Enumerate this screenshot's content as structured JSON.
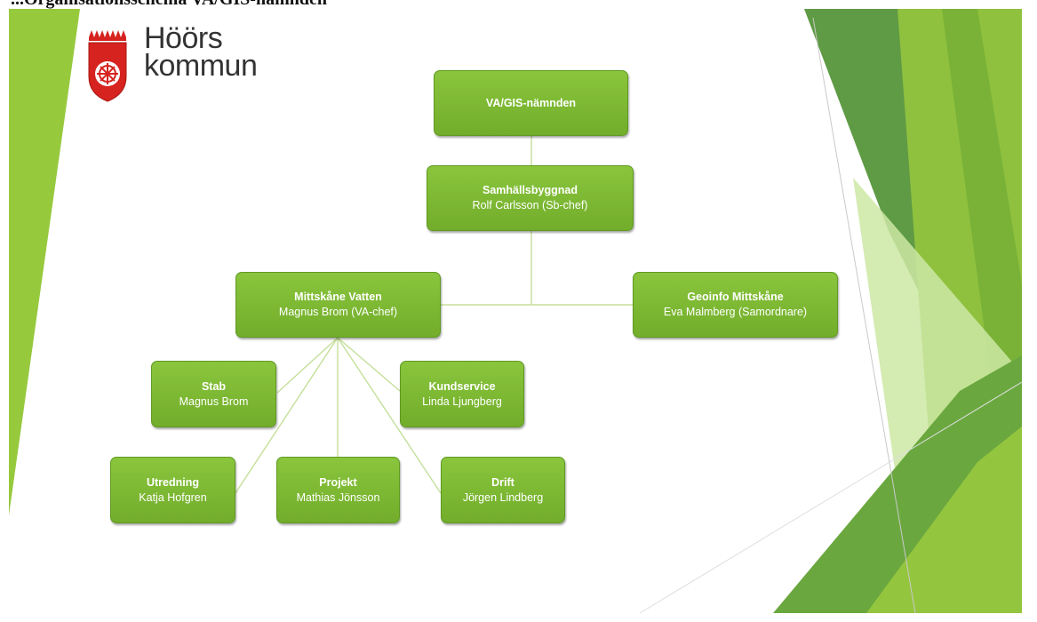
{
  "slide": {
    "heading": "...Organisationsschema VA/GIS-nämnden",
    "logo": {
      "line1": "Höörs",
      "line2": "kommun"
    }
  },
  "org": {
    "board": {
      "title": "VA/GIS-nämnden"
    },
    "dept": {
      "title": "Samhällsbyggnad",
      "person": "Rolf Carlsson (Sb-chef)"
    },
    "mv": {
      "title": "Mittskåne Vatten",
      "person": "Magnus Brom (VA-chef)"
    },
    "geo": {
      "title": "Geoinfo Mittskåne",
      "person": "Eva Malmberg (Samordnare)"
    },
    "stab": {
      "title": "Stab",
      "person": "Magnus Brom"
    },
    "kund": {
      "title": "Kundservice",
      "person": "Linda Ljungberg"
    },
    "utr": {
      "title": "Utredning",
      "person": "Katja Hofgren"
    },
    "proj": {
      "title": "Projekt",
      "person": "Mathias Jönsson"
    },
    "drift": {
      "title": "Drift",
      "person": "Jörgen Lindberg"
    }
  },
  "colors": {
    "box": "#7cb934",
    "connector": "#c5df9a",
    "accent_light": "#a6d04a",
    "accent_dark": "#4e8a2a"
  }
}
